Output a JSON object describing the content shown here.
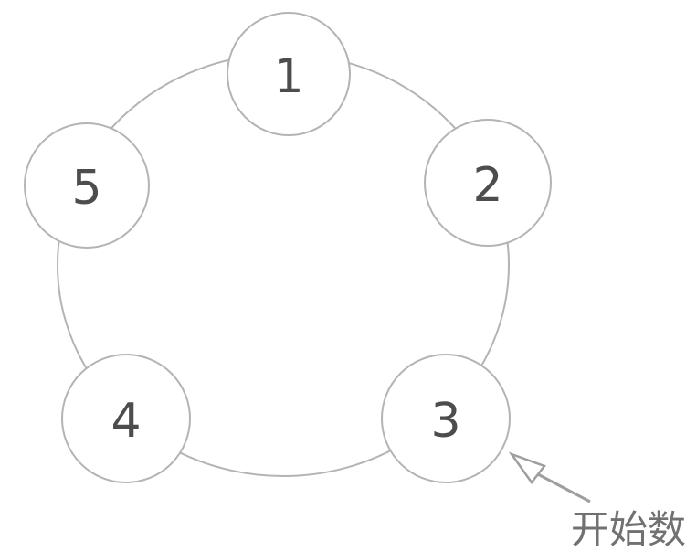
{
  "diagram": {
    "type": "cycle-diagram",
    "description_semantic": "five numbered circles arranged on a ring",
    "nodes": [
      {
        "value": "1"
      },
      {
        "value": "2"
      },
      {
        "value": "3"
      },
      {
        "value": "4"
      },
      {
        "value": "5"
      }
    ],
    "annotation": {
      "label": "开始数",
      "points_to_node": "3"
    },
    "colors": {
      "outline": "#b4b4b4",
      "node_fill": "#ffffff",
      "number_text": "#4d4d4d",
      "annotation_text": "#717171",
      "arrow": "#9e9e9e",
      "background": "#ffffff"
    }
  }
}
